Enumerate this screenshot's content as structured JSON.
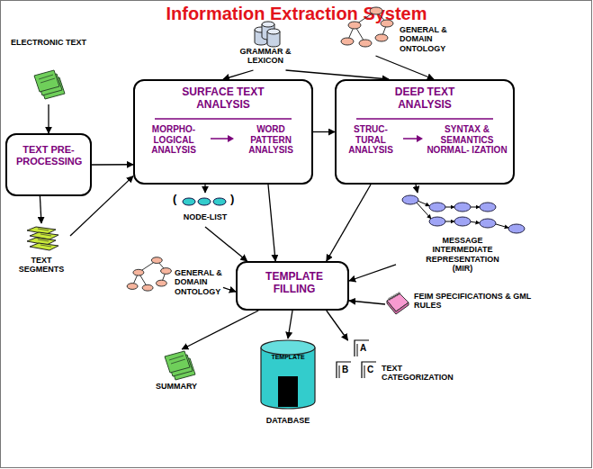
{
  "diagram": {
    "title": "Information Extraction System",
    "nodes": [
      {
        "text": [
          "ELECTRONIC TEXT"
        ]
      },
      {
        "text": [
          "GRAMMAR & LEXICON"
        ]
      },
      {
        "text": [
          "GENERAL & DOMAIN ONTOLOGY"
        ]
      },
      {
        "text": [
          "TEXT PRE- PROCESSING"
        ]
      },
      {
        "text": [
          "SURFACE TEXT ANALYSIS",
          "MORPHO- LOGICAL ANALYSIS",
          "WORD PATTERN ANALYSIS"
        ]
      },
      {
        "text": [
          "DEEP TEXT ANALYSIS",
          "STRUC- TURAL ANALYSIS",
          "SYNTAX & SEMANTICS NORMAL- IZATION"
        ]
      },
      {
        "text": [
          "TEXT SEGMENTS"
        ]
      },
      {
        "text": [
          "(",
          ")",
          "NODE-LIST"
        ]
      },
      {
        "text": [
          "MESSAGE INTERMEDIATE REPRESENTATION (MIR)"
        ]
      },
      {
        "text": [
          "GENERAL & DOMAIN ONTOLOGY"
        ]
      },
      {
        "text": [
          "TEMPLATE FILLING"
        ]
      },
      {
        "text": [
          "FEIM SPECIFICATIONS & GML RULES"
        ]
      },
      {
        "text": [
          "SUMMARY"
        ]
      },
      {
        "text": [
          "TEMPLATE",
          "DATABASE"
        ]
      },
      {
        "text": [
          "A",
          "B",
          "C",
          "TEXT CATEGORIZATION"
        ]
      }
    ],
    "edges": [
      {
        "from": 0,
        "to": 3,
        "arrow": "to"
      },
      {
        "from": 3,
        "to": 4,
        "arrow": "to"
      },
      {
        "from": 3,
        "to": 6,
        "arrow": "to"
      },
      {
        "from": 6,
        "to": 4,
        "arrow": "to"
      },
      {
        "from": 1,
        "to": 4,
        "arrow": "to"
      },
      {
        "from": 1,
        "to": 5,
        "arrow": "to"
      },
      {
        "from": 2,
        "to": 5,
        "arrow": "to"
      },
      {
        "from": 4,
        "to": 5,
        "arrow": "to"
      },
      {
        "from": 4,
        "to": 7,
        "arrow": "to"
      },
      {
        "from": 4,
        "to": 10,
        "arrow": "to"
      },
      {
        "from": 5,
        "to": 10,
        "arrow": "to"
      },
      {
        "from": 5,
        "to": 8,
        "arrow": "to"
      },
      {
        "from": 7,
        "to": 10,
        "arrow": "to"
      },
      {
        "from": 8,
        "to": 10,
        "arrow": "to"
      },
      {
        "from": 9,
        "to": 10,
        "arrow": "to"
      },
      {
        "from": 11,
        "to": 10,
        "arrow": "to"
      },
      {
        "from": 10,
        "to": 12,
        "arrow": "to"
      },
      {
        "from": 10,
        "to": 13,
        "arrow": "to"
      },
      {
        "from": 10,
        "to": 14,
        "arrow": "to"
      }
    ]
  }
}
